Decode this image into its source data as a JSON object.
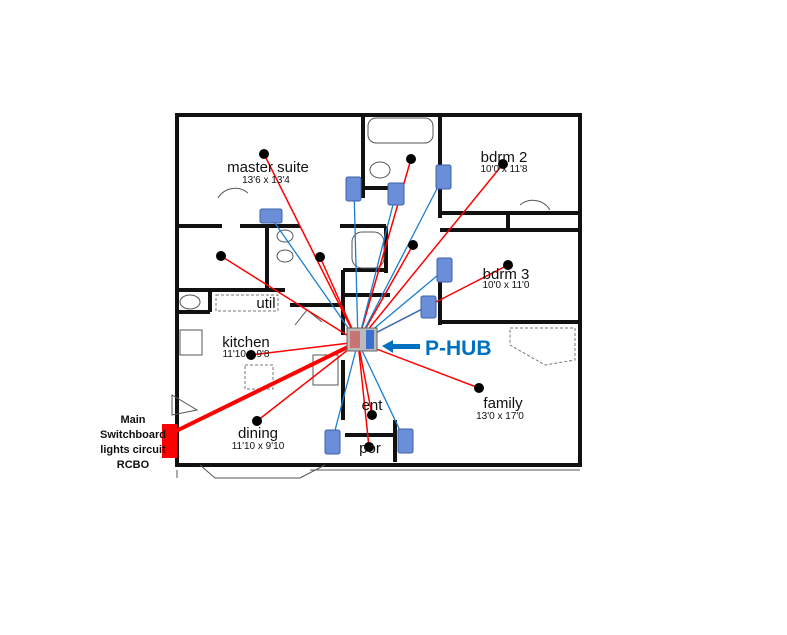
{
  "rooms": [
    {
      "name": "master suite",
      "dims": "13'6 x 13'4"
    },
    {
      "name": "bdrm 2",
      "dims": "10'0 x 11'8"
    },
    {
      "name": "bdrm 3",
      "dims": "10'0 x 11'0"
    },
    {
      "name": "util",
      "dims": ""
    },
    {
      "name": "kitchen",
      "dims": "11'10 x 9'8"
    },
    {
      "name": "family",
      "dims": "13'0 x 17'0"
    },
    {
      "name": "dining",
      "dims": "11'10 x 9'10"
    },
    {
      "name": "ent",
      "dims": ""
    },
    {
      "name": "por",
      "dims": ""
    }
  ],
  "hub_label": "P-HUB",
  "switchboard_label": [
    "Main",
    "Switchboard",
    "lights circuit",
    "RCBO"
  ],
  "colors": {
    "light_wire": "#ff0000",
    "switch_wire": "#1a7fd0",
    "hub_arrow": "#0070c0",
    "switch_box": "#6a8fd8"
  }
}
